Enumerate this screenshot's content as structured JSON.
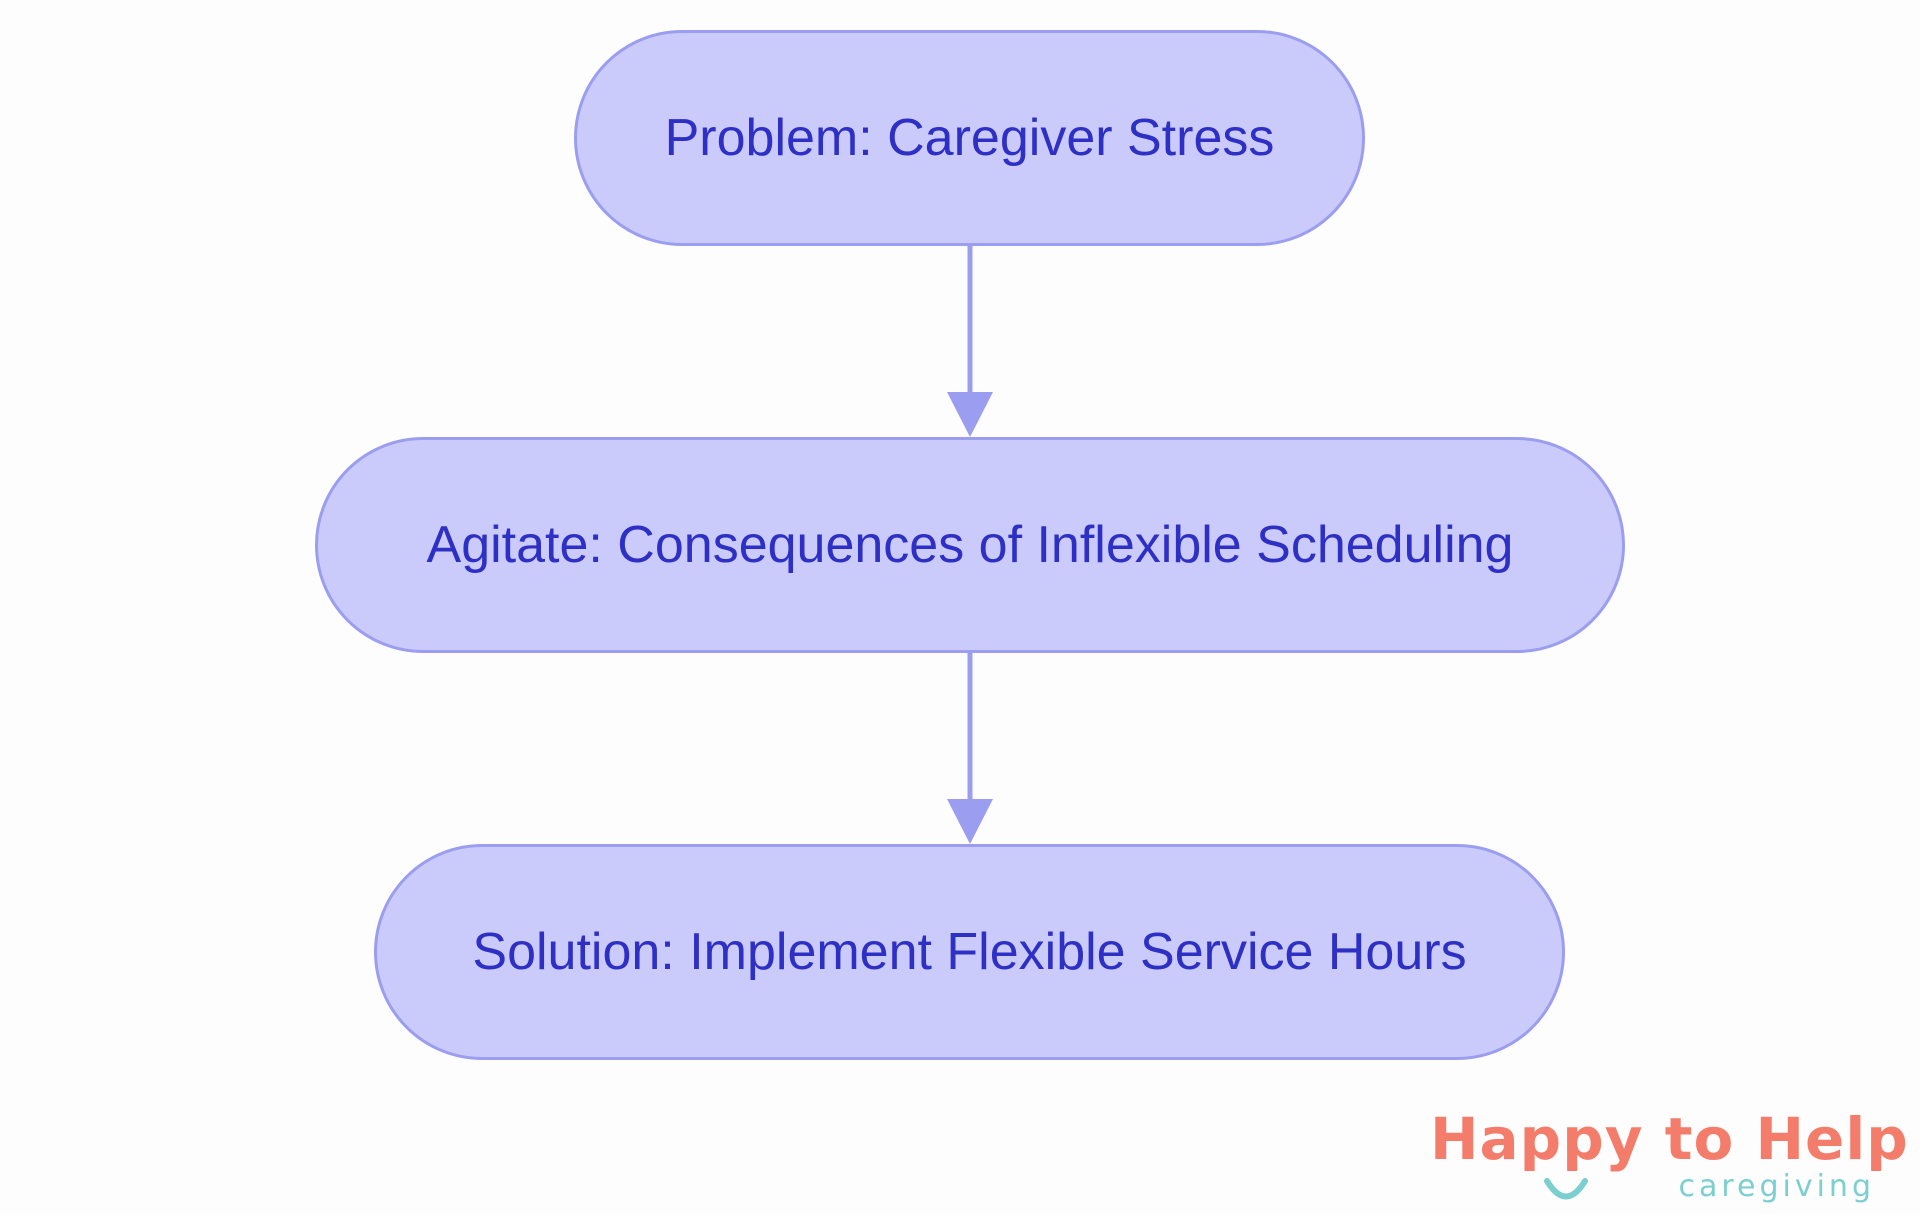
{
  "nodes": [
    {
      "id": "problem",
      "label": "Problem: Caregiver Stress"
    },
    {
      "id": "agitate",
      "label": "Agitate: Consequences of Inflexible Scheduling"
    },
    {
      "id": "solution",
      "label": "Solution: Implement Flexible Service Hours"
    }
  ],
  "edges": [
    {
      "from": "problem",
      "to": "agitate"
    },
    {
      "from": "agitate",
      "to": "solution"
    }
  ],
  "logo": {
    "main": "Happy to Help",
    "sub": "caregiving"
  },
  "colors": {
    "node_fill": "#cacbfb",
    "node_border": "#9b9ef0",
    "node_text": "#2e2fc4",
    "edge": "#9b9ef0",
    "logo_main": "#f47c6b",
    "logo_sub": "#7ccfcf"
  }
}
